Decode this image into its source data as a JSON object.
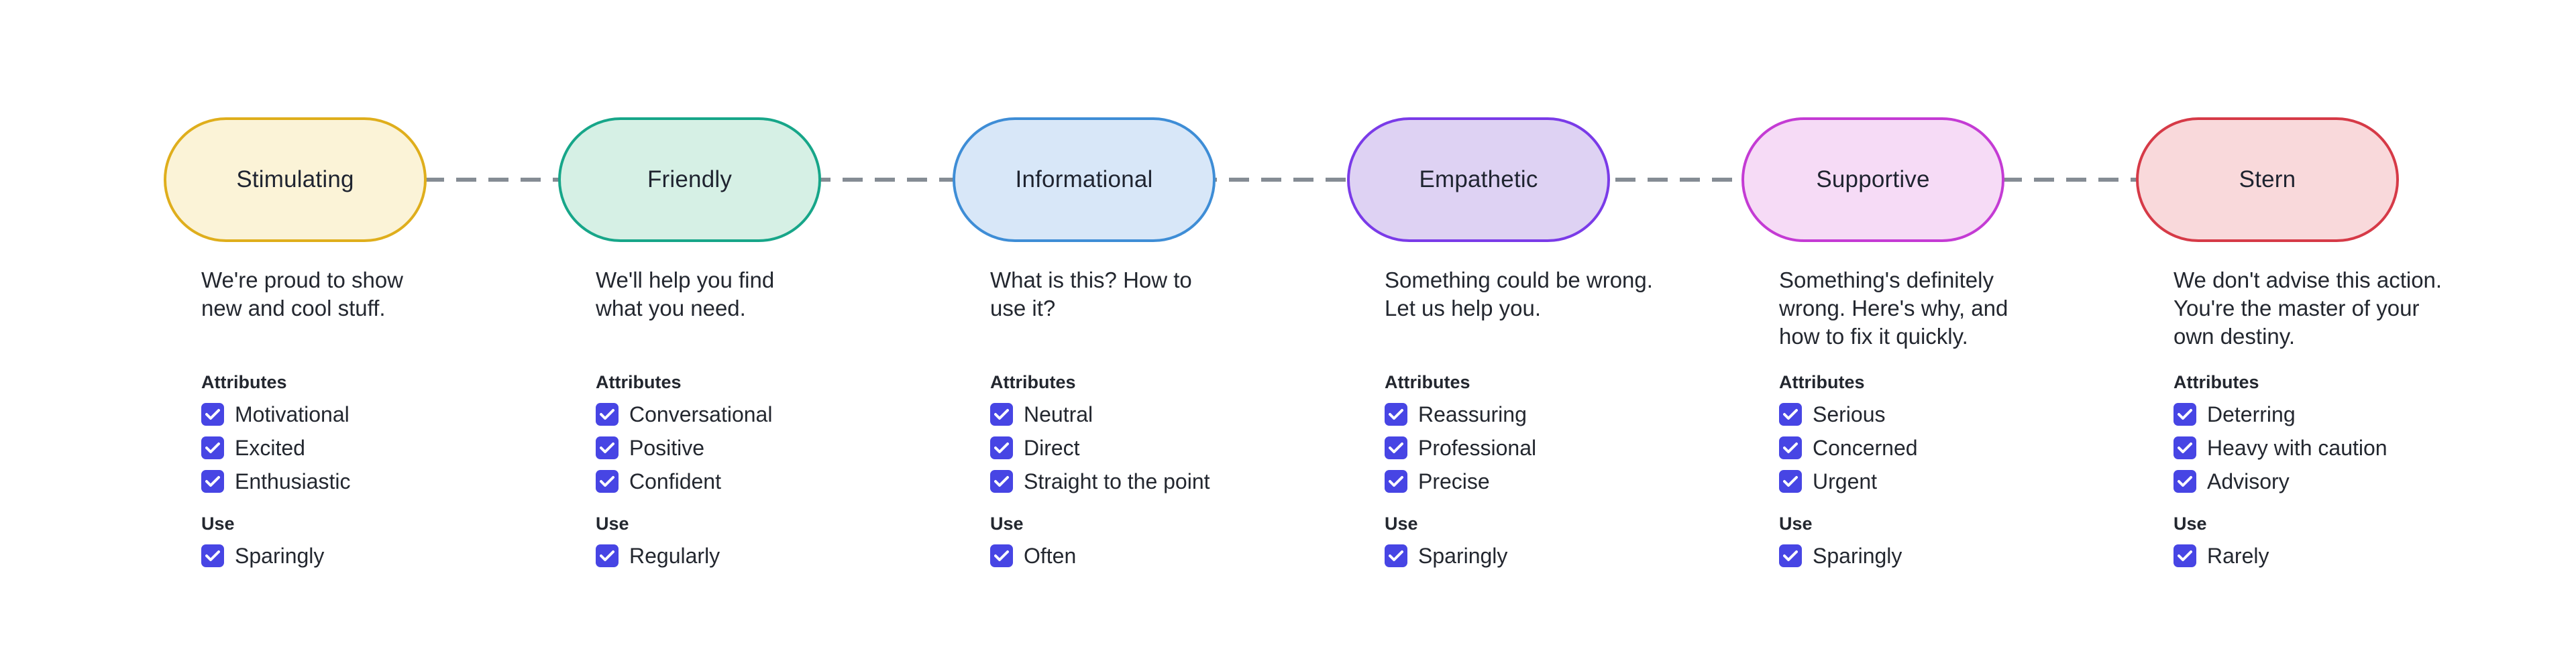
{
  "page": {
    "background": "#ffffff"
  },
  "connector": {
    "color": "#858C94",
    "style": "dashed"
  },
  "checkbox": {
    "color": "#4745E4",
    "checked": true
  },
  "headings": {
    "attributes": "Attributes",
    "use": "Use"
  },
  "tones": [
    {
      "label": "Stimulating",
      "fill": "#FBF3D7",
      "border": "#DFAE1C",
      "description": [
        "We're proud to show",
        "new and cool stuff."
      ],
      "attributes": [
        "Motivational",
        "Excited",
        "Enthusiastic"
      ],
      "use": "Sparingly"
    },
    {
      "label": "Friendly",
      "fill": "#D6F0E5",
      "border": "#17A689",
      "description": [
        "We'll help you find",
        "what you need."
      ],
      "attributes": [
        "Conversational",
        "Positive",
        "Confident"
      ],
      "use": "Regularly"
    },
    {
      "label": "Informational",
      "fill": "#D8E7F8",
      "border": "#3E8DD6",
      "description": [
        "What is this? How to",
        "use it?"
      ],
      "attributes": [
        "Neutral",
        "Direct",
        "Straight to the point"
      ],
      "use": "Often"
    },
    {
      "label": "Empathetic",
      "fill": "#DED2F3",
      "border": "#7A3BE8",
      "description": [
        "Something could be wrong.",
        "Let us help you."
      ],
      "attributes": [
        "Reassuring",
        "Professional",
        "Precise"
      ],
      "use": "Sparingly"
    },
    {
      "label": "Supportive",
      "fill": "#F6DBF6",
      "border": "#C43BD4",
      "description": [
        "Something's definitely",
        "wrong. Here's why, and",
        "how to fix it quickly."
      ],
      "attributes": [
        "Serious",
        "Concerned",
        "Urgent"
      ],
      "use": "Sparingly"
    },
    {
      "label": "Stern",
      "fill": "#F9D9DB",
      "border": "#D63A47",
      "description": [
        "We don't advise this action.",
        "You're the master of your",
        "own destiny."
      ],
      "attributes": [
        "Deterring",
        "Heavy with caution",
        "Advisory"
      ],
      "use": "Rarely"
    }
  ]
}
